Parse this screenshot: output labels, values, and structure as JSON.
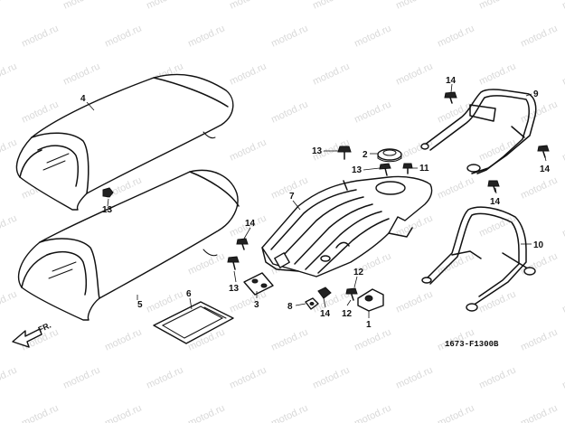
{
  "diagram_code": "1673-F1300B",
  "direction_label": "FR.",
  "watermark": "motod.ru",
  "callouts": [
    {
      "id": "c1",
      "label": "1"
    },
    {
      "id": "c2",
      "label": "2"
    },
    {
      "id": "c3",
      "label": "3"
    },
    {
      "id": "c4",
      "label": "4"
    },
    {
      "id": "c5",
      "label": "5"
    },
    {
      "id": "c6",
      "label": "6"
    },
    {
      "id": "c7",
      "label": "7"
    },
    {
      "id": "c8",
      "label": "8"
    },
    {
      "id": "c9",
      "label": "9"
    },
    {
      "id": "c10",
      "label": "10"
    },
    {
      "id": "c11",
      "label": "11"
    },
    {
      "id": "c12",
      "label": "12"
    },
    {
      "id": "c13a",
      "label": "13"
    },
    {
      "id": "c13b",
      "label": "13"
    },
    {
      "id": "c13c",
      "label": "13"
    },
    {
      "id": "c13d",
      "label": "13"
    },
    {
      "id": "c14a",
      "label": "14"
    },
    {
      "id": "c14b",
      "label": "14"
    },
    {
      "id": "c14c",
      "label": "14"
    },
    {
      "id": "c14d",
      "label": "14"
    },
    {
      "id": "c14e",
      "label": "14"
    }
  ]
}
